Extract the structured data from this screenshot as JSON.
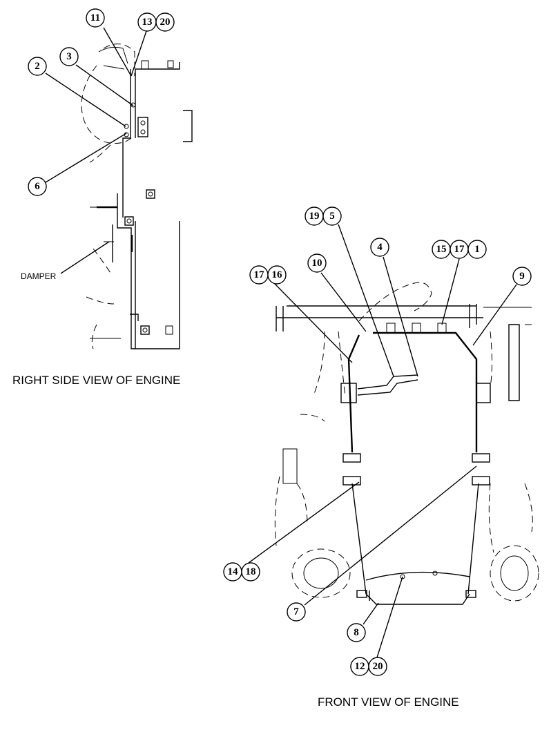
{
  "views": {
    "right": {
      "caption": "RIGHT SIDE VIEW OF ENGINE",
      "damper_label": "DAMPER"
    },
    "front": {
      "caption": "FRONT VIEW OF ENGINE"
    }
  },
  "callouts": [
    {
      "id": "c11",
      "numbers": [
        "11"
      ]
    },
    {
      "id": "c1320",
      "numbers": [
        "13",
        "20"
      ]
    },
    {
      "id": "c3",
      "numbers": [
        "3"
      ]
    },
    {
      "id": "c2",
      "numbers": [
        "2"
      ]
    },
    {
      "id": "c6",
      "numbers": [
        "6"
      ]
    },
    {
      "id": "c195",
      "numbers": [
        "19",
        "5"
      ]
    },
    {
      "id": "c4",
      "numbers": [
        "4"
      ]
    },
    {
      "id": "c15171",
      "numbers": [
        "15",
        "17",
        "1"
      ]
    },
    {
      "id": "c10",
      "numbers": [
        "10"
      ]
    },
    {
      "id": "c1716",
      "numbers": [
        "17",
        "16"
      ]
    },
    {
      "id": "c9",
      "numbers": [
        "9"
      ]
    },
    {
      "id": "c1418",
      "numbers": [
        "14",
        "18"
      ]
    },
    {
      "id": "c7",
      "numbers": [
        "7"
      ]
    },
    {
      "id": "c8",
      "numbers": [
        "8"
      ]
    },
    {
      "id": "c1220",
      "numbers": [
        "12",
        "20"
      ]
    }
  ]
}
